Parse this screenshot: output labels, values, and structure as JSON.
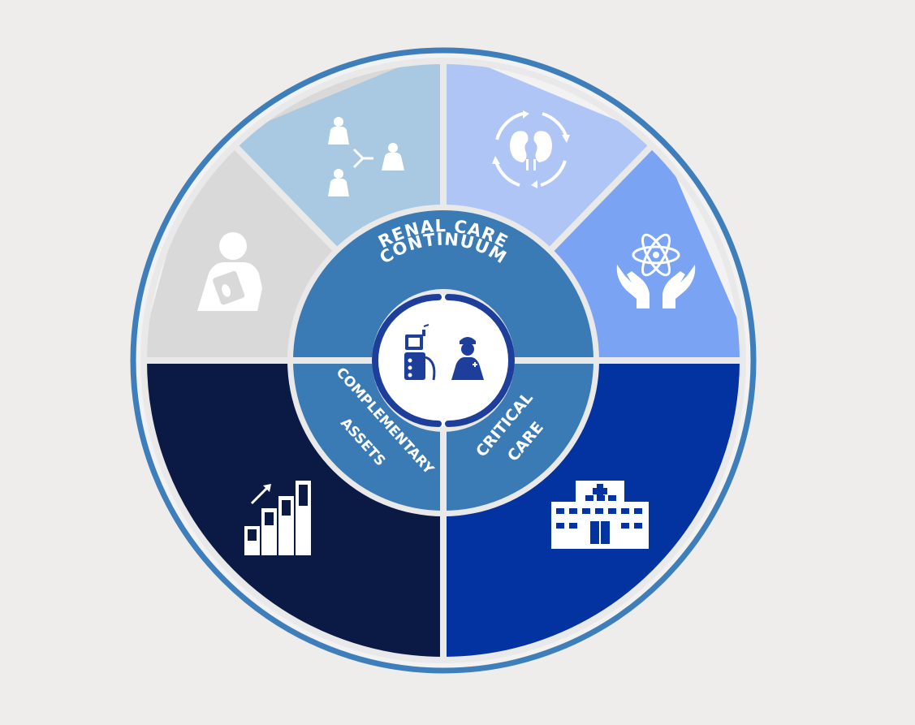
{
  "diagram": {
    "center_segments": {
      "top": {
        "label": "RENAL CARE CONTINUUM",
        "lines": [
          "RENAL CARE",
          "CONTINUUM"
        ]
      },
      "bottom_left": {
        "label": "COMPLEMENTARY ASSETS",
        "lines": [
          "COMPLEMENTARY",
          "ASSETS"
        ]
      },
      "bottom_right": {
        "label": "CRITICAL CARE",
        "lines": [
          "CRITICAL",
          "CARE"
        ]
      }
    },
    "outer_segments": [
      {
        "id": "patient-care",
        "icon": "patient-with-kidney-icon",
        "color": "#dad9d9"
      },
      {
        "id": "care-network",
        "icon": "care-team-network-icon",
        "color": "#a9c9e2"
      },
      {
        "id": "kidney-cycle",
        "icon": "kidney-cycle-icon",
        "color": "#aec5f6"
      },
      {
        "id": "science-in-hands",
        "icon": "atom-in-hands-icon",
        "color": "#7aa4f3"
      },
      {
        "id": "hospital",
        "icon": "hospital-icon",
        "color": "#0332a1"
      },
      {
        "id": "growth",
        "icon": "growth-chart-icon",
        "color": "#0b1a45"
      }
    ],
    "colors": {
      "background": "#eeedec",
      "outer_ring": "#3e7fbb",
      "inner_disc": "#3a7bb5",
      "hub_ring": "#1e3e9b",
      "separator": "#e9e9e9"
    },
    "hub_icon": "dialysis-machine-and-nurse-icon"
  }
}
